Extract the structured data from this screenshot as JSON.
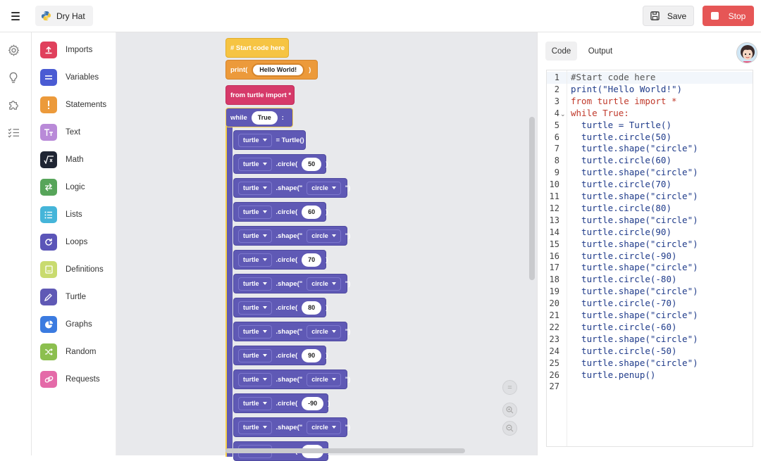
{
  "header": {
    "project_name": "Dry Hat",
    "save_label": "Save",
    "stop_label": "Stop"
  },
  "colors": {
    "accent_stop": "#e65656",
    "block_yellow": "#f6c443",
    "block_orange": "#ec9a3b",
    "block_pink": "#d63a6a",
    "block_purple": "#5f59b5"
  },
  "rail": {
    "icons": [
      "gear-icon",
      "lightbulb-icon",
      "puzzle-icon",
      "checklist-icon"
    ]
  },
  "categories": [
    {
      "label": "Imports",
      "icon": "upload-icon",
      "color": "#e0405c"
    },
    {
      "label": "Variables",
      "icon": "equals-icon",
      "color": "#4a5bd3"
    },
    {
      "label": "Statements",
      "icon": "exclamation-icon",
      "color": "#ec9a3b"
    },
    {
      "label": "Text",
      "icon": "text-icon",
      "color": "#b98ad8"
    },
    {
      "label": "Math",
      "icon": "sqrt-icon",
      "color": "#1f2533"
    },
    {
      "label": "Logic",
      "icon": "swap-icon",
      "color": "#57a55a"
    },
    {
      "label": "Lists",
      "icon": "list-icon",
      "color": "#45b5d9"
    },
    {
      "label": "Loops",
      "icon": "loop-icon",
      "color": "#5b55b8"
    },
    {
      "label": "Definitions",
      "icon": "book-icon",
      "color": "#c9db6f"
    },
    {
      "label": "Turtle",
      "icon": "pencil-icon",
      "color": "#5f59b5"
    },
    {
      "label": "Graphs",
      "icon": "pie-icon",
      "color": "#3b7be0"
    },
    {
      "label": "Random",
      "icon": "shuffle-icon",
      "color": "#8cbf4f"
    },
    {
      "label": "Requests",
      "icon": "link-icon",
      "color": "#e46aa8"
    }
  ],
  "blocks": {
    "comment": "# Start code here",
    "print_label": "print(",
    "print_close": ")",
    "print_value": "Hello World!",
    "import": "from turtle import *",
    "while_label": "while",
    "while_value": "True",
    "while_colon": ":",
    "turtle_var": "turtle",
    "assign": "= Turtle()",
    "circle_label": ".circle(",
    "close_paren": ")",
    "shape_label": ".shape(\"",
    "shape_close": "\")",
    "shape_value": "circle",
    "circle_values": [
      "50",
      "60",
      "70",
      "80",
      "90",
      "-90",
      "-80"
    ]
  },
  "tabs": {
    "code": "Code",
    "output": "Output"
  },
  "editor": {
    "line_numbers": [
      "1",
      "2",
      "3",
      "4",
      "5",
      "6",
      "7",
      "8",
      "9",
      "10",
      "11",
      "12",
      "13",
      "14",
      "15",
      "16",
      "17",
      "18",
      "19",
      "20",
      "21",
      "22",
      "23",
      "24",
      "25",
      "26",
      "27"
    ],
    "lines": [
      "#Start code here",
      "print(\"Hello World!\")",
      "from turtle import *",
      "while True:",
      "  turtle = Turtle()",
      "  turtle.circle(50)",
      "  turtle.shape(\"circle\")",
      "  turtle.circle(60)",
      "  turtle.shape(\"circle\")",
      "  turtle.circle(70)",
      "  turtle.shape(\"circle\")",
      "  turtle.circle(80)",
      "  turtle.shape(\"circle\")",
      "  turtle.circle(90)",
      "  turtle.shape(\"circle\")",
      "  turtle.circle(-90)",
      "  turtle.shape(\"circle\")",
      "  turtle.circle(-80)",
      "  turtle.shape(\"circle\")",
      "  turtle.circle(-70)",
      "  turtle.shape(\"circle\")",
      "  turtle.circle(-60)",
      "  turtle.shape(\"circle\")",
      "  turtle.circle(-50)",
      "  turtle.shape(\"circle\")",
      "  turtle.penup()",
      ""
    ]
  }
}
